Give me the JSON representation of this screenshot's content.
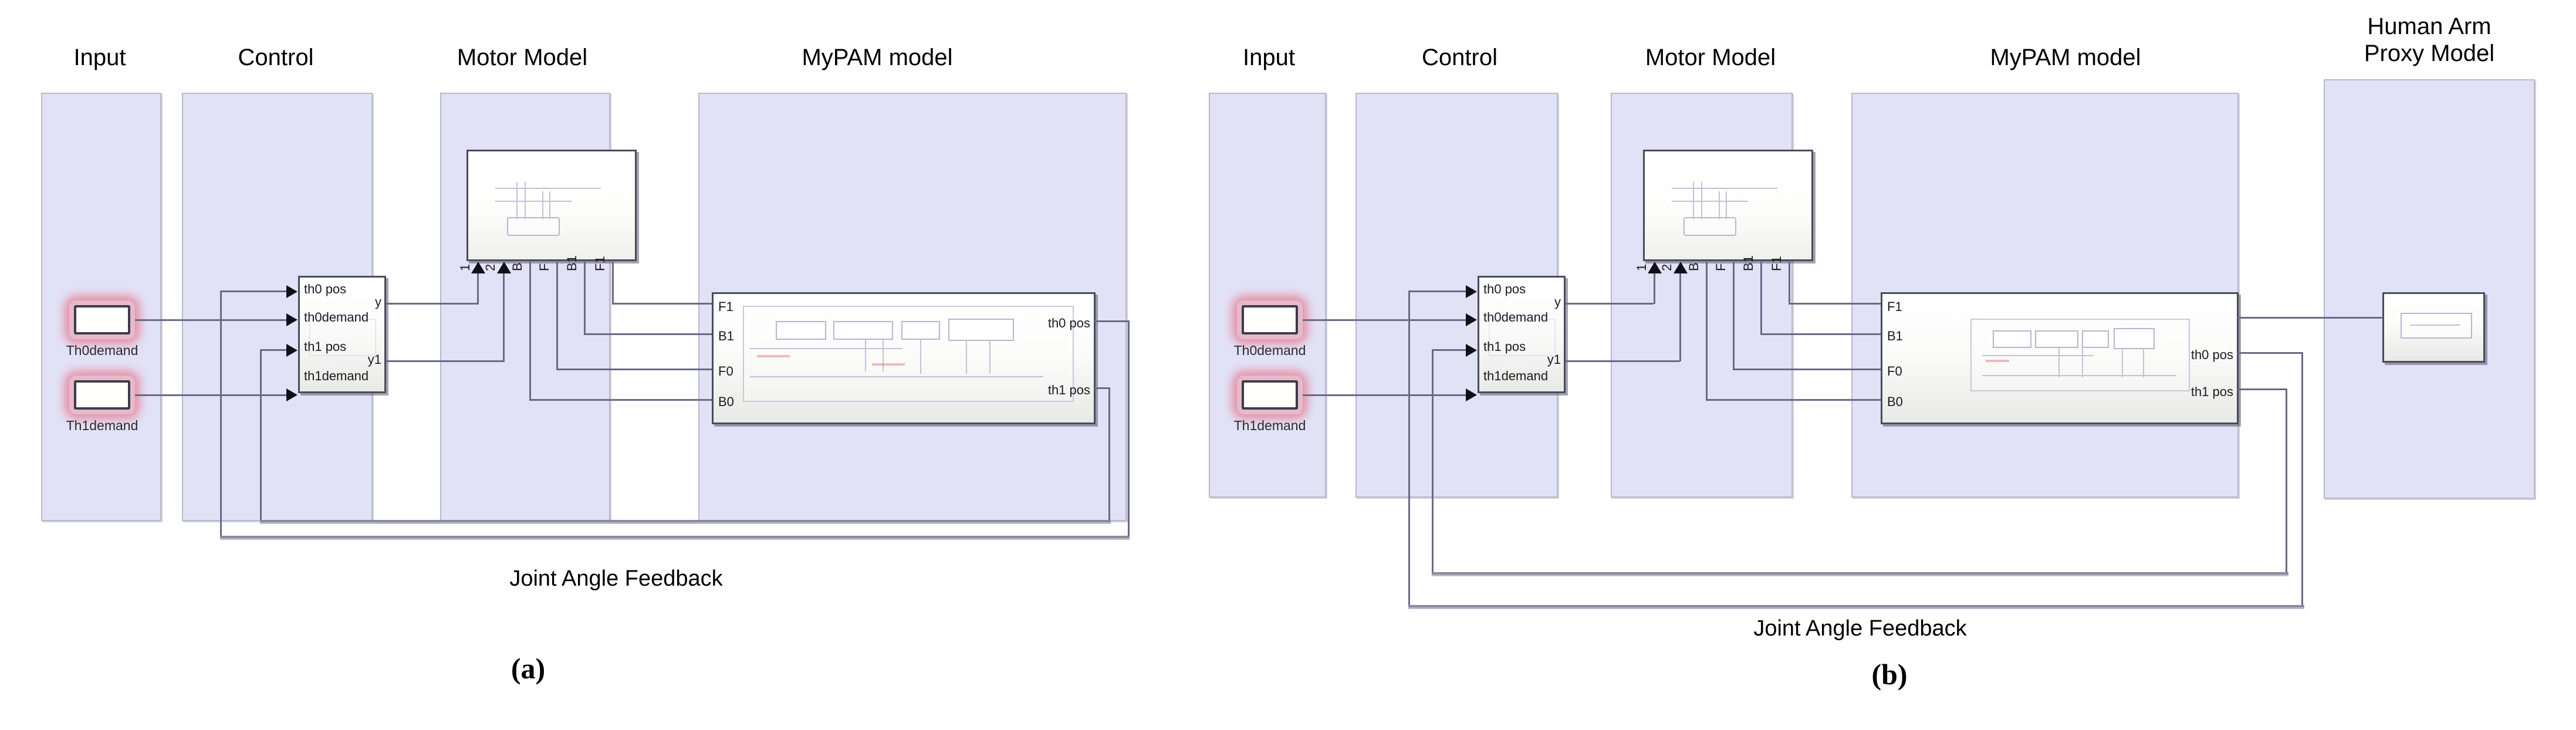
{
  "figure": {
    "panels": [
      {
        "id": "a",
        "caption": "(a)",
        "feedback_label": "Joint Angle Feedback",
        "groups": [
          {
            "name": "Input",
            "title": "Input"
          },
          {
            "name": "Control",
            "title": "Control"
          },
          {
            "name": "Motor Model",
            "title": "Motor Model"
          },
          {
            "name": "MyPAM model",
            "title": "MyPAM model"
          }
        ],
        "sources": [
          {
            "label": "Th0demand"
          },
          {
            "label": "Th1demand"
          }
        ],
        "control_block": {
          "inputs": [
            "th0 pos",
            "th0demand",
            "th1 pos",
            "th1demand"
          ],
          "outputs": [
            "y",
            "y1"
          ]
        },
        "motor_block": {
          "ports": [
            "1",
            "2",
            "B",
            "F",
            "B1",
            "F1"
          ]
        },
        "mypam_block": {
          "inputs": [
            "F1",
            "B1",
            "F0",
            "B0"
          ],
          "outputs": [
            "th0 pos",
            "th1 pos"
          ]
        }
      },
      {
        "id": "b",
        "caption": "(b)",
        "feedback_label": "Joint Angle Feedback",
        "groups": [
          {
            "name": "Input",
            "title": "Input"
          },
          {
            "name": "Control",
            "title": "Control"
          },
          {
            "name": "Motor Model",
            "title": "Motor Model"
          },
          {
            "name": "MyPAM model",
            "title": "MyPAM model"
          },
          {
            "name": "Human Arm Proxy Model",
            "title": "Human Arm\nProxy Model"
          }
        ],
        "sources": [
          {
            "label": "Th0demand"
          },
          {
            "label": "Th1demand"
          }
        ],
        "control_block": {
          "inputs": [
            "th0 pos",
            "th0demand",
            "th1 pos",
            "th1demand"
          ],
          "outputs": [
            "y",
            "y1"
          ]
        },
        "motor_block": {
          "ports": [
            "1",
            "2",
            "B",
            "F",
            "B1",
            "F1"
          ]
        },
        "mypam_block": {
          "inputs": [
            "F1",
            "B1",
            "F0",
            "B0"
          ],
          "outputs": [
            "th0 pos",
            "th1 pos"
          ]
        },
        "proxy_block": {
          "label": ""
        }
      }
    ]
  },
  "colors": {
    "panel_fill": "#e2e2f7",
    "panel_border": "#b9b9cc",
    "block_border": "#4b4b5c",
    "wire": "#6a6a86",
    "source_glow": "#e9465a",
    "background": "#ffffff"
  }
}
